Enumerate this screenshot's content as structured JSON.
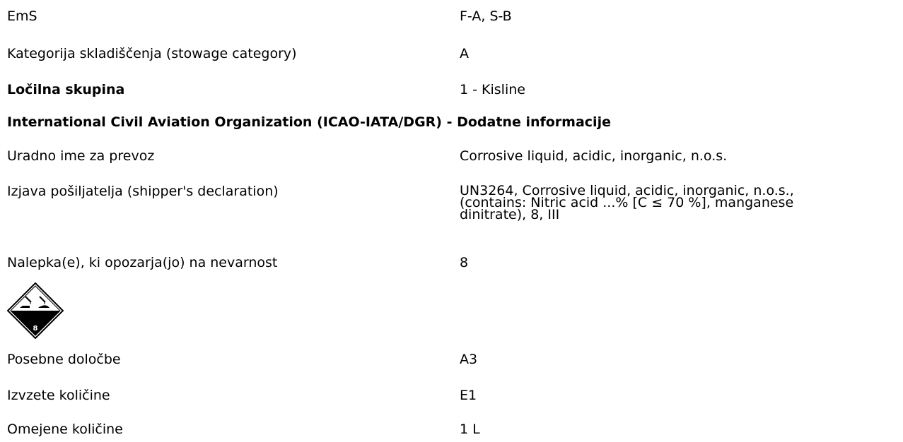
{
  "rows_top": [
    {
      "label": "EmS",
      "value": "F-A, S-B"
    },
    {
      "label": "Kategorija skladiščenja (stowage category)",
      "value": "A"
    },
    {
      "label": "Ločilna skupina",
      "value": "1 - Kisline"
    }
  ],
  "section_heading": "International Civil Aviation Organization (ICAO-IATA/DGR) - Dodatne informacije",
  "icao": {
    "shipping_name_label": "Uradno ime za prevoz",
    "shipping_name_value": "Corrosive liquid, acidic, inorganic, n.o.s.",
    "declaration_label": "Izjava pošiljatelja (shipper's declaration)",
    "declaration_lines": [
      "UN3264, Corrosive liquid, acidic, inorganic, n.o.s.,",
      "(contains: Nitric acid ...% [C ≤ 70 %], manganese",
      "dinitrate), 8, III"
    ],
    "labels_label": "Nalepka(e), ki opozarja(jo) na nevarnost",
    "labels_value": "8",
    "pictogram_icon": "corrosive-class-8-icon",
    "special_provisions_label": "Posebne določbe",
    "special_provisions_value": "A3",
    "excepted_label": "Izvzete količine",
    "excepted_value": "E1",
    "limited_label": "Omejene količine",
    "limited_value": "1 L"
  }
}
